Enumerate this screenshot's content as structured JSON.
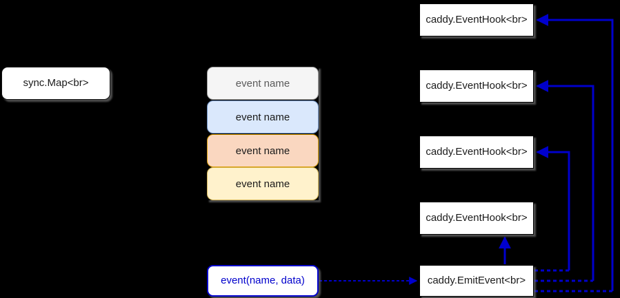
{
  "diagram": {
    "title": "caddy event hook diagram",
    "background": "#000000",
    "accent": "#0000cc",
    "nodes": {
      "sync_map": {
        "label": "sync.Map<br>",
        "fill": "#ffffff",
        "stroke": "#111111"
      },
      "event_stack": [
        {
          "label": "event name",
          "fill": "#f5f5f5",
          "stroke": "#9a9a9a"
        },
        {
          "label": "event name",
          "fill": "#dae8fc",
          "stroke": "#6c8ebf"
        },
        {
          "label": "event name",
          "fill": "#fad7c0",
          "stroke": "#d79b00"
        },
        {
          "label": "event name",
          "fill": "#fff2cc",
          "stroke": "#d6b656"
        }
      ],
      "hooks": [
        {
          "label": "caddy.EventHook<br>",
          "fill": "#ffffff",
          "stroke": "#000000"
        },
        {
          "label": "caddy.EventHook<br>",
          "fill": "#ffffff",
          "stroke": "#000000"
        },
        {
          "label": "caddy.EventHook<br>",
          "fill": "#ffffff",
          "stroke": "#000000"
        },
        {
          "label": "caddy.EventHook<br>",
          "fill": "#ffffff",
          "stroke": "#000000"
        }
      ],
      "emit_event": {
        "label": "caddy.EmitEvent<br>",
        "fill": "#ffffff",
        "stroke": "#000000"
      },
      "event_call": {
        "label": "event(name, data)",
        "fill": "#ffffff",
        "stroke": "#0000cc"
      }
    },
    "edges": [
      {
        "name": "event-call-to-emit",
        "from": "event_call",
        "to": "emit_event",
        "style": "dashed",
        "color": "#0000cc"
      },
      {
        "name": "emit-to-hook-3",
        "from": "emit_event",
        "to": "hooks.3",
        "style": "solid",
        "color": "#0000cc"
      },
      {
        "name": "emit-to-hook-2",
        "from": "emit_event",
        "to": "hooks.2",
        "style": "mixed",
        "color": "#0000cc"
      },
      {
        "name": "emit-to-hook-1",
        "from": "emit_event",
        "to": "hooks.1",
        "style": "mixed",
        "color": "#0000cc"
      },
      {
        "name": "emit-to-hook-0",
        "from": "emit_event",
        "to": "hooks.0",
        "style": "mixed",
        "color": "#0000cc"
      }
    ]
  }
}
